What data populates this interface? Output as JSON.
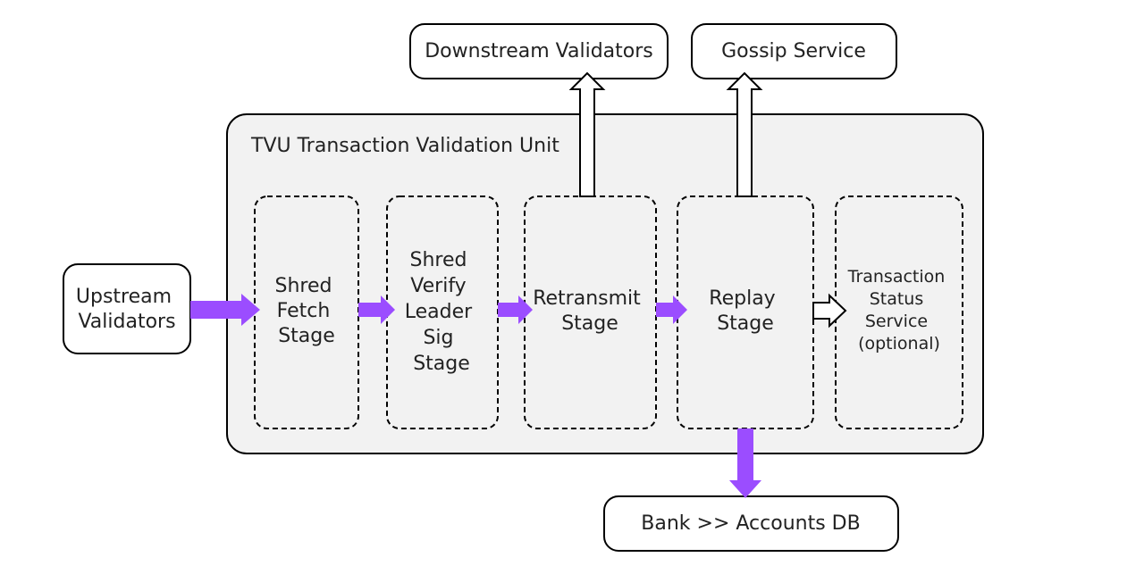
{
  "colors": {
    "accent_arrow": "#9B4DFF",
    "container_fill": "#F2F2F2",
    "stroke": "#000000",
    "text": "#222222"
  },
  "external": {
    "upstream": [
      "Upstream",
      "Validators"
    ],
    "downstream": "Downstream Validators",
    "gossip": "Gossip Service",
    "bank": "Bank >> Accounts DB"
  },
  "tvu": {
    "title": "TVU Transaction Validation Unit",
    "stages": {
      "shred_fetch": [
        "Shred",
        "Fetch",
        "Stage"
      ],
      "shred_verify": [
        "Shred",
        "Verify",
        "Leader",
        "Sig",
        "Stage"
      ],
      "retransmit": [
        "Retransmit",
        "Stage"
      ],
      "replay": [
        "Replay",
        "Stage"
      ],
      "transaction_status": [
        "Transaction",
        "Status",
        "Service",
        "(optional)"
      ]
    }
  }
}
